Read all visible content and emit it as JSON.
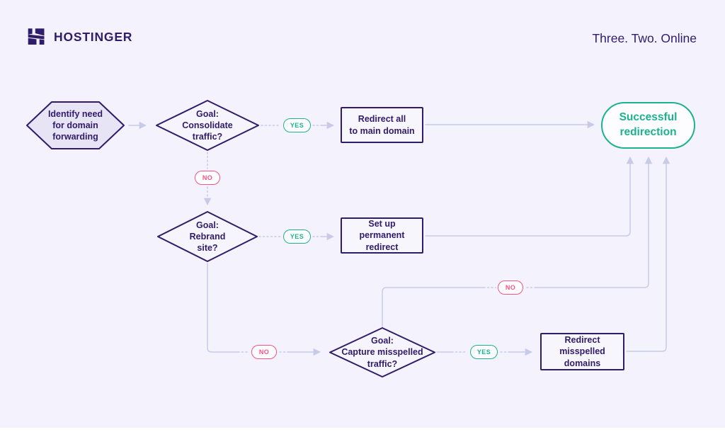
{
  "header": {
    "brand": "HOSTINGER",
    "tagline": "Three. Two. Online"
  },
  "colors": {
    "background": "#F4F2FC",
    "primary_purple": "#2F1C6A",
    "success_green": "#1CB28E",
    "negative_pink": "#F8547F",
    "connector": "#C7CBE8",
    "start_node_fill": "#E7E4F6"
  },
  "flowchart": {
    "start": "Identify need\nfor domain\nforwarding",
    "decision_consolidate": "Goal:\nConsolidate\ntraffic?",
    "process_redirect_main": "Redirect all\nto main domain",
    "decision_rebrand": "Goal:\nRebrand\nsite?",
    "process_permanent_redirect": "Set up\npermanent\nredirect",
    "decision_misspelled": "Goal:\nCapture misspelled\ntraffic?",
    "process_redirect_misspelled": "Redirect\nmisspelled\ndomains",
    "end": "Successful\nredirection",
    "yes": "YES",
    "no": "NO"
  }
}
